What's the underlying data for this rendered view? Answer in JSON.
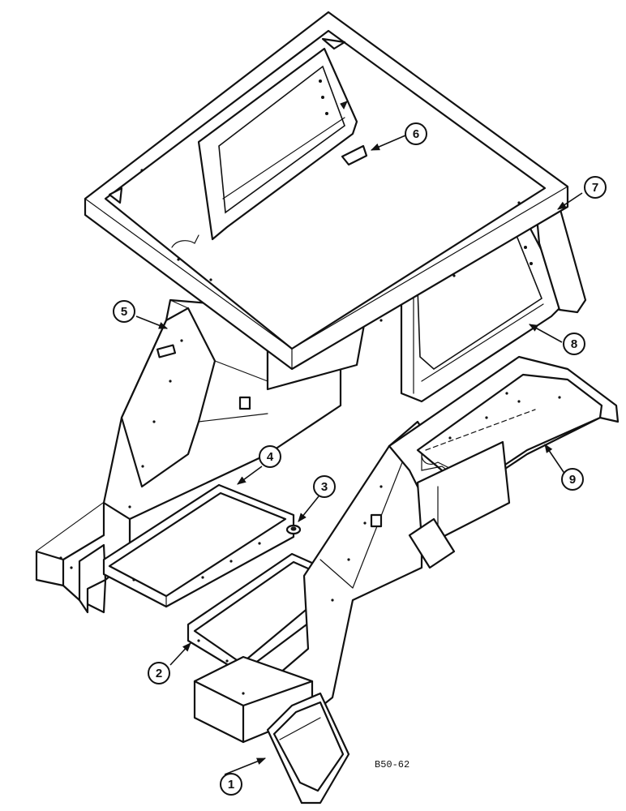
{
  "figure": {
    "reference_code": "B50-62",
    "callouts": [
      {
        "label": "1"
      },
      {
        "label": "2"
      },
      {
        "label": "3"
      },
      {
        "label": "4"
      },
      {
        "label": "5"
      },
      {
        "label": "6"
      },
      {
        "label": "7"
      },
      {
        "label": "8"
      },
      {
        "label": "9"
      }
    ],
    "colors": {
      "ink": "#111111",
      "paper": "#ffffff"
    }
  }
}
